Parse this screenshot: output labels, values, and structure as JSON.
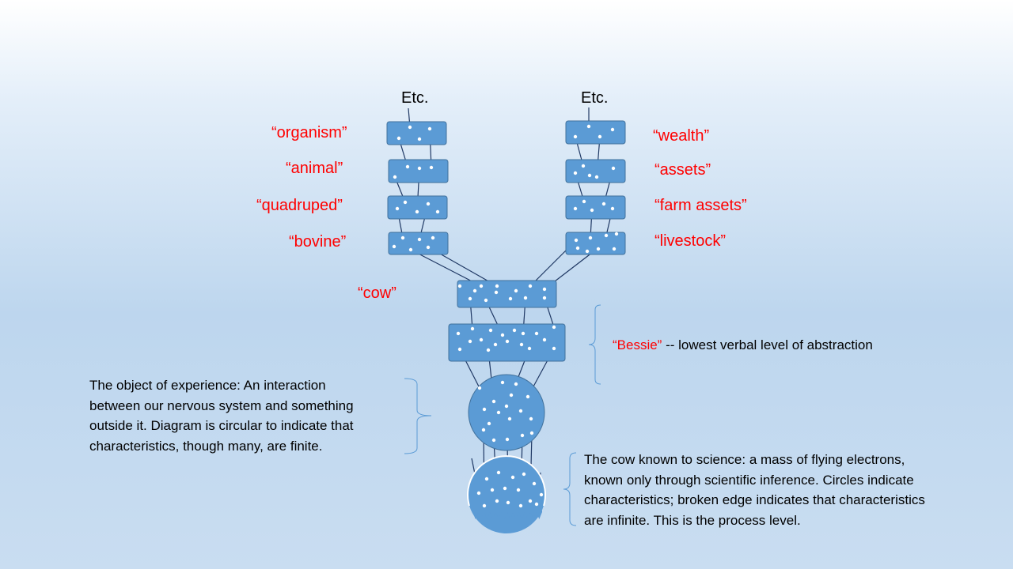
{
  "colors": {
    "box_fill": "#5b9bd5",
    "box_stroke": "#41719c",
    "line": "#1f3864",
    "label_red": "#ff0000",
    "bracket": "#5b9bd5"
  },
  "left_chain": {
    "etc": "Etc.",
    "labels": [
      "“organism”",
      "“animal”",
      "“quadruped”",
      "“bovine”"
    ]
  },
  "right_chain": {
    "etc": "Etc.",
    "labels": [
      "“wealth”",
      "“assets”",
      "“farm assets”",
      "“livestock”"
    ]
  },
  "cow_label": "“cow”",
  "bessie": {
    "name": "“Bessie”",
    "description": " -- lowest verbal level of abstraction"
  },
  "object_annotation": {
    "lines": [
      "The object of experience:  An interaction",
      "between our nervous system and something",
      "outside it. Diagram is circular to indicate that",
      "characteristics, though many, are finite."
    ]
  },
  "process_annotation": {
    "lines": [
      "The cow known to science: a mass of flying electrons,",
      "known only through scientific inference.  Circles indicate",
      "characteristics; broken edge indicates that characteristics",
      "are infinite. This is the process level."
    ]
  }
}
